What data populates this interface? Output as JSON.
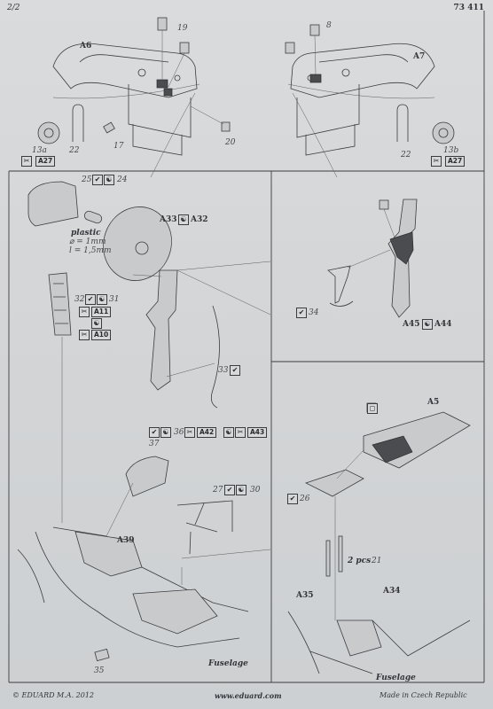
{
  "header": {
    "page": "2/2",
    "set_no": "73 411"
  },
  "panel_top": {
    "left_assembly": "A6",
    "right_assembly": "A7",
    "parts": [
      "19",
      "8",
      "13a",
      "22",
      "17",
      "20",
      "13b",
      "22"
    ],
    "plastic_refs": [
      "A27",
      "A27"
    ]
  },
  "panel_mid_left": {
    "parts": [
      "25",
      "24",
      "32",
      "31",
      "33"
    ],
    "plastic_note": {
      "title": "plastic",
      "d": "= 1mm",
      "l": "l = 1,5mm"
    },
    "refs": [
      "A33",
      "A32",
      "A11",
      "A10"
    ]
  },
  "panel_mid_right": {
    "parts": [
      "34"
    ],
    "refs": [
      "A45",
      "A44"
    ]
  },
  "panel_bottom_left": {
    "parts": [
      "36",
      "37",
      "27",
      "30",
      "35"
    ],
    "refs": [
      "A42",
      "A43",
      "A39"
    ],
    "caption": "Fuselage"
  },
  "panel_bottom_right": {
    "parts": [
      "26",
      "21"
    ],
    "qty": "2 pcs",
    "refs": [
      "A5",
      "A35",
      "A34"
    ],
    "caption": "Fuselage"
  },
  "footer": {
    "copyright": "© EDUARD  M.A. 2012",
    "url": "www.eduard.com",
    "made_in": "Made in Czech Republic"
  },
  "icons": {
    "check": "check-icon",
    "yin_yang": "yinyang-icon",
    "plastic": "plastic-part-icon",
    "paint": "paint-icon"
  }
}
